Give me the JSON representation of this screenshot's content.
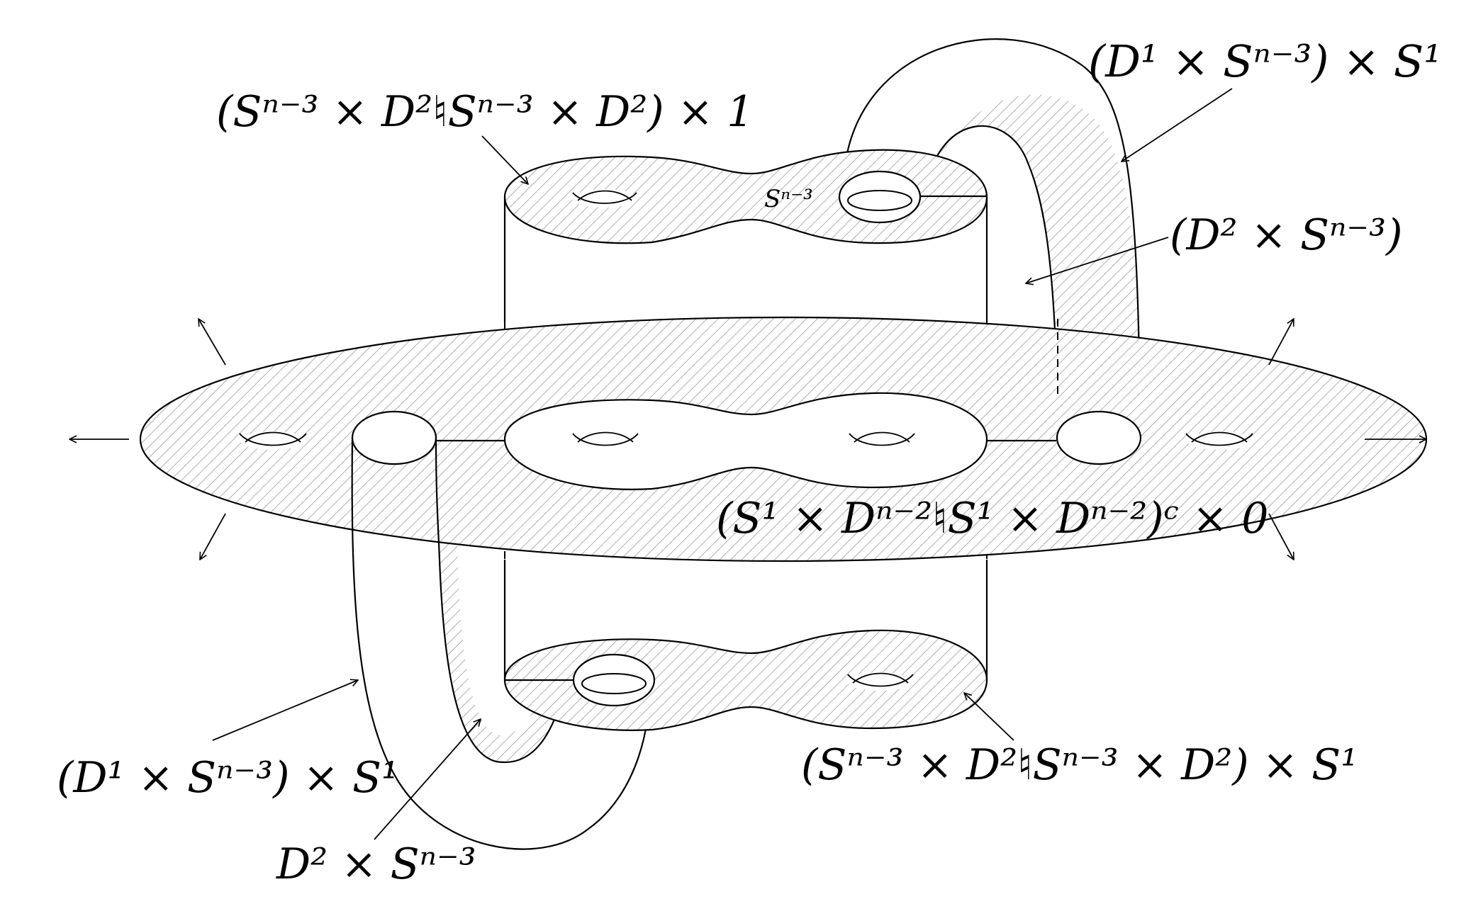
{
  "diagram": {
    "labels": {
      "top_tube": {
        "text": "(D¹ × Sⁿ⁻³) × S¹"
      },
      "top_cap": {
        "text": "(Sⁿ⁻³ × D²♮Sⁿ⁻³ × D²) × 1"
      },
      "sphere_mark": {
        "text": "Sⁿ⁻³"
      },
      "right_handle": {
        "text": "(D² × Sⁿ⁻³)"
      },
      "complement": {
        "text": "(S¹ × Dⁿ⁻²♮S¹ × Dⁿ⁻²)ᶜ × 0"
      },
      "bottom_tube": {
        "text": "(D¹ × Sⁿ⁻³) × S¹"
      },
      "bottom_cap": {
        "text": "(Sⁿ⁻³ × D²♮Sⁿ⁻³ × D²) × S¹"
      },
      "left_handle": {
        "text": "D² × Sⁿ⁻³"
      }
    },
    "colors": {
      "ink": "#000000",
      "hatch": "#9a9a9a",
      "background": "#ffffff"
    }
  }
}
